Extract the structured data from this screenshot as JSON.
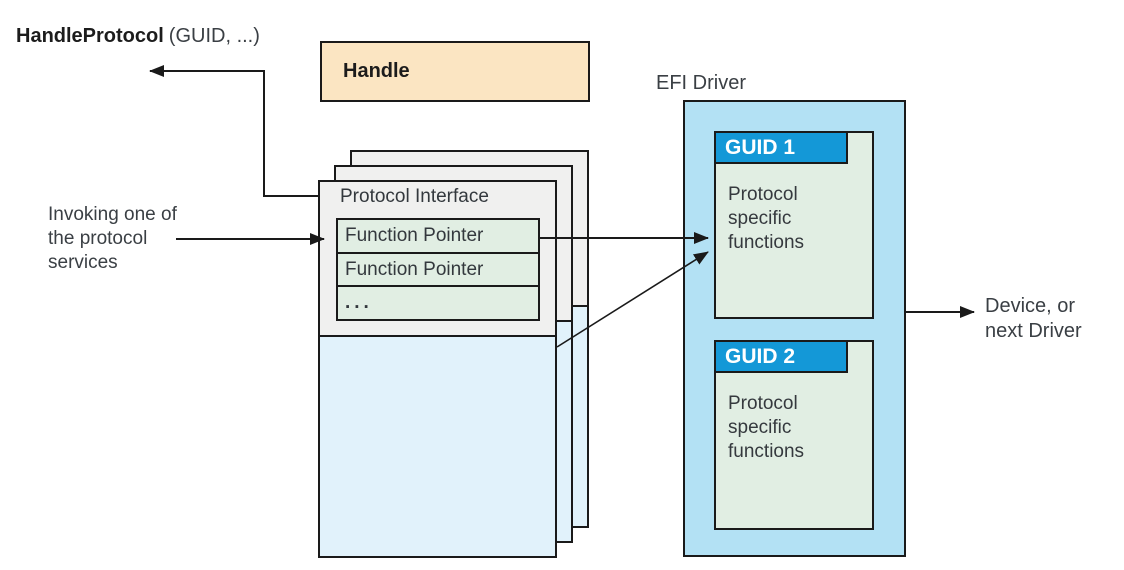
{
  "call": {
    "name": "HandleProtocol",
    "args": "(GUID, ...)"
  },
  "handle_box": {
    "label": "Handle"
  },
  "invoking": {
    "lines": [
      "Invoking one of",
      "the protocol",
      "services"
    ]
  },
  "protocol_interface": {
    "title": "Protocol Interface",
    "rows": [
      "Function Pointer",
      "Function Pointer",
      "..."
    ]
  },
  "efi_driver": {
    "label": "EFI Driver",
    "protocols": [
      {
        "guid": "GUID 1",
        "body_lines": [
          "Protocol",
          "specific",
          "functions"
        ]
      },
      {
        "guid": "GUID 2",
        "body_lines": [
          "Protocol",
          "specific",
          "functions"
        ]
      }
    ]
  },
  "device": {
    "lines": [
      "Device, or",
      "next Driver"
    ]
  },
  "colors": {
    "handle_fill": "#fbe5c2",
    "card_gray": "#f0f0ef",
    "card_blue": "#e1f2fb",
    "green_fill": "#e1eee3",
    "efi_fill": "#b3e1f4",
    "guid_tab_fill": "#1498d7",
    "guid_tab_text": "#ffffff",
    "line": "#1a1a1a",
    "text": "#3a3f44"
  }
}
